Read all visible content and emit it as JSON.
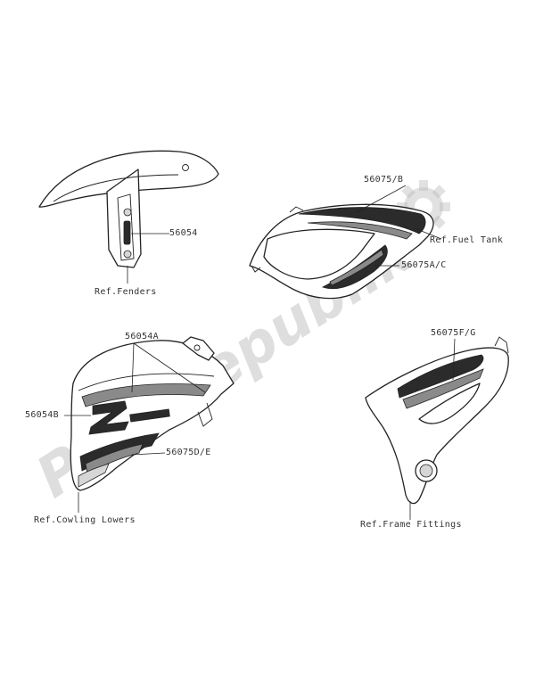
{
  "labels": {
    "fender_part": "56054",
    "fender_ref": "Ref.Fenders",
    "tank_part_b": "56075/B",
    "tank_ref": "Ref.Fuel Tank",
    "tank_part_ac": "56075A/C",
    "cowl_part_a": "56054A",
    "cowl_part_b": "56054B",
    "cowl_part_de": "56075D/E",
    "cowl_ref": "Ref.Cowling Lowers",
    "frame_part_fg": "56075F/G",
    "frame_ref": "Ref.Frame Fittings"
  },
  "watermark": {
    "text": "Partsrepublik"
  },
  "colors": {
    "line": "#222222",
    "decal_dark": "#2b2b2b",
    "watermark": "#bdbdbd"
  }
}
